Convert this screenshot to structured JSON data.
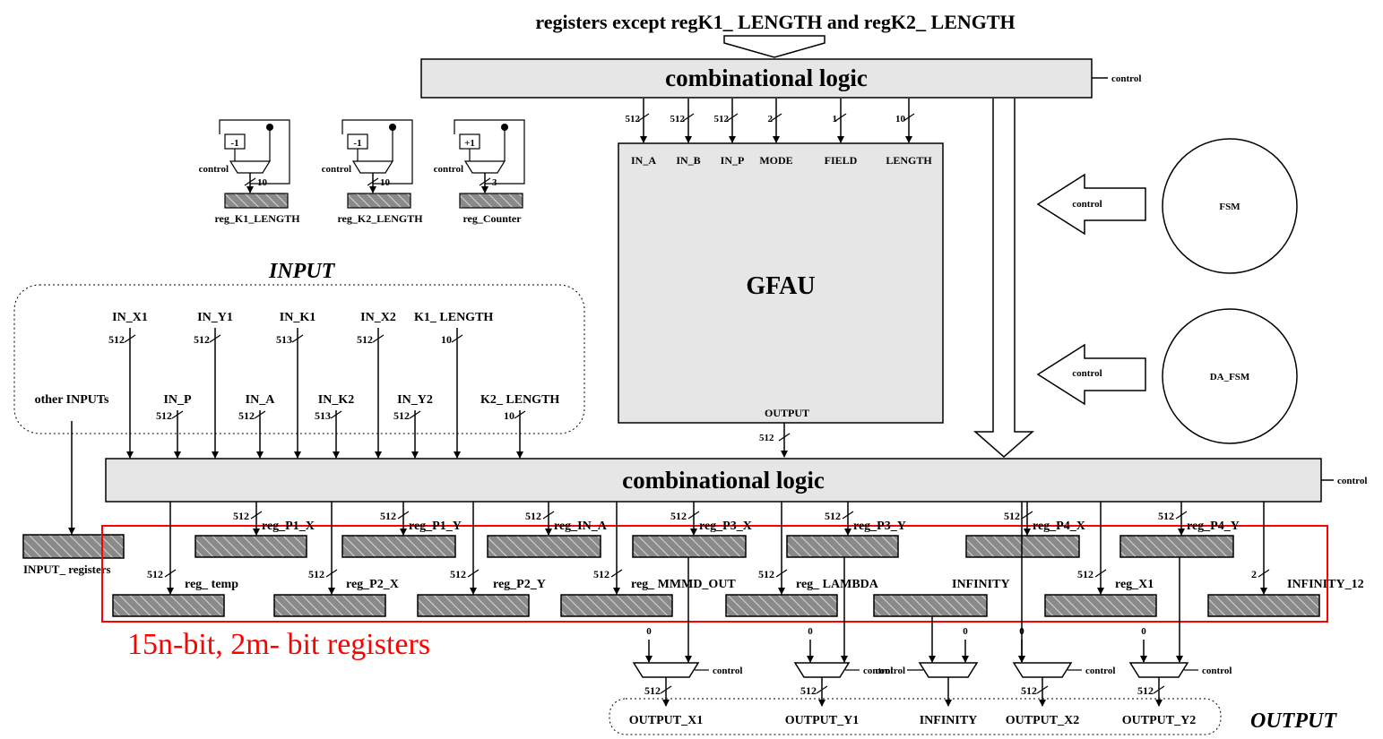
{
  "top_label": "registers except regK1_ LENGTH and regK2_ LENGTH",
  "top_logic": "combinational logic",
  "bottom_logic": "combinational logic",
  "control": "control",
  "gfau": {
    "title": "GFAU",
    "ports": [
      "IN_A",
      "IN_B",
      "IN_P",
      "MODE",
      "FIELD",
      "LENGTH"
    ],
    "widths": [
      "512",
      "512",
      "512",
      "2",
      "1",
      "10"
    ],
    "output": "OUTPUT",
    "output_width": "512"
  },
  "fsm": "FSM",
  "da_fsm": "DA_FSM",
  "counters": [
    {
      "name": "reg_K1_LENGTH",
      "op": "-1",
      "width": "10"
    },
    {
      "name": "reg_K2_LENGTH",
      "op": "-1",
      "width": "10"
    },
    {
      "name": "reg_Counter",
      "op": "+1",
      "width": "3"
    }
  ],
  "input_title": "INPUT",
  "output_title": "OUTPUT",
  "inputs_top": [
    {
      "name": "IN_X1",
      "width": "512"
    },
    {
      "name": "IN_Y1",
      "width": "512"
    },
    {
      "name": "IN_K1",
      "width": "513"
    },
    {
      "name": "IN_X2",
      "width": "512"
    },
    {
      "name": "K1_ LENGTH",
      "width": "10"
    }
  ],
  "inputs_bottom": [
    {
      "name": "other INPUTs",
      "width": ""
    },
    {
      "name": "IN_P",
      "width": "512"
    },
    {
      "name": "IN_A",
      "width": "512"
    },
    {
      "name": "IN_K2",
      "width": "513"
    },
    {
      "name": "IN_Y2",
      "width": "512"
    },
    {
      "name": "K2_ LENGTH",
      "width": "10"
    }
  ],
  "input_registers": "INPUT_ registers",
  "regs_row1": [
    {
      "name": "reg_P1_X",
      "width": "512"
    },
    {
      "name": "reg_P1_Y",
      "width": "512"
    },
    {
      "name": "reg_IN_A",
      "width": "512"
    },
    {
      "name": "reg_P3_X",
      "width": "512"
    },
    {
      "name": "reg_P3_Y",
      "width": "512"
    },
    {
      "name": "reg_P4_X",
      "width": "512"
    },
    {
      "name": "reg_P4_Y",
      "width": "512"
    }
  ],
  "regs_row2": [
    {
      "name": "reg_ temp",
      "width": "512"
    },
    {
      "name": "reg_P2_X",
      "width": "512"
    },
    {
      "name": "reg_P2_Y",
      "width": "512"
    },
    {
      "name": "reg_ MMMD_OUT",
      "width": "512"
    },
    {
      "name": "reg_ LAMBDA",
      "width": "512"
    },
    {
      "name": "INFINITY",
      "width": ""
    },
    {
      "name": "reg_X1",
      "width": "512"
    },
    {
      "name": "INFINITY_12",
      "width": "2"
    }
  ],
  "registers_note": "15n-bit, 2m- bit registers",
  "mux_zero": "0",
  "outputs": [
    {
      "name": "OUTPUT_X1",
      "width": "512"
    },
    {
      "name": "OUTPUT_Y1",
      "width": "512"
    },
    {
      "name": "INFINITY",
      "width": ""
    },
    {
      "name": "OUTPUT_X2",
      "width": "512"
    },
    {
      "name": "OUTPUT_Y2",
      "width": "512"
    }
  ],
  "colors": {
    "block_fill": "#e6e6e6",
    "register_fill": "#808080",
    "highlight": "#ff0000"
  }
}
